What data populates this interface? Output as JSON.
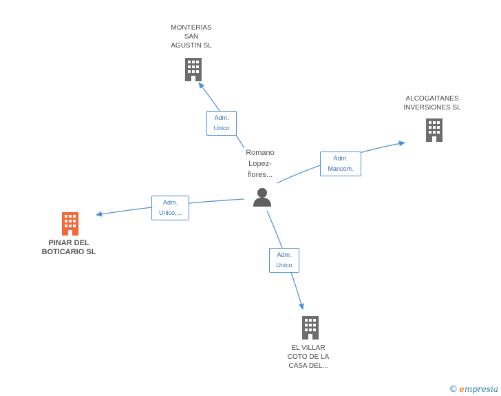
{
  "colors": {
    "edge": "#4a8fd6",
    "company_icon": "#6d6d6d",
    "company_highlight": "#f26a3b",
    "person_icon": "#5f5f5f"
  },
  "person": {
    "label": "Romano\nLopez-\nflores...",
    "icon": "person-icon"
  },
  "companies": [
    {
      "id": "monterias",
      "label": "MONTERIAS\nSAN\nAGUSTIN SL",
      "icon": "building-icon",
      "highlight": false
    },
    {
      "id": "alcogaitanes",
      "label": "ALCOGAITANES\nINVERSIONES SL",
      "icon": "building-icon",
      "highlight": false
    },
    {
      "id": "pinar",
      "label": "PINAR DEL\nBOTICARIO SL",
      "icon": "building-icon",
      "highlight": true
    },
    {
      "id": "villar",
      "label": "EL VILLAR\nCOTO DE LA\nCASA DEL...",
      "icon": "building-icon",
      "highlight": false
    }
  ],
  "relations": [
    {
      "to": "monterias",
      "label": "Adm.\nUnico"
    },
    {
      "to": "alcogaitanes",
      "label": "Adm.\nMancom."
    },
    {
      "to": "pinar",
      "label": "Adm.\nUnico,..."
    },
    {
      "to": "villar",
      "label": "Adm.\nUnico"
    }
  ],
  "brand": {
    "copyright": "©",
    "initial": "e",
    "rest": "mpresia"
  }
}
